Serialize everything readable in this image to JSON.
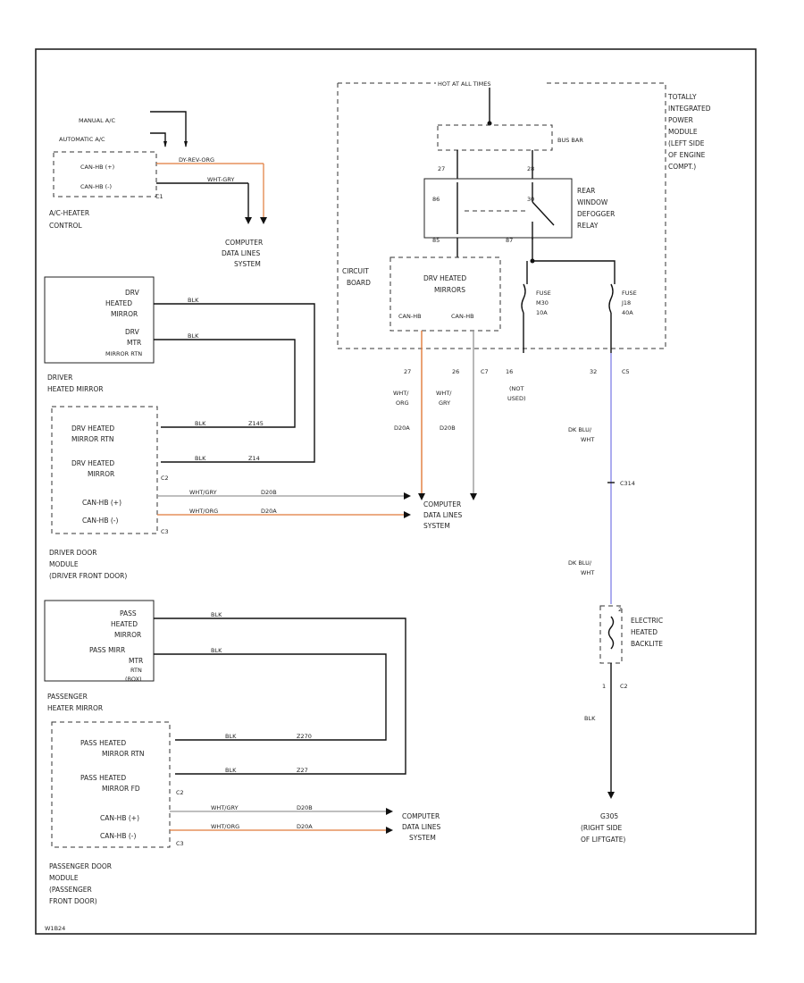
{
  "colors": {
    "org_wire": "#e07a3a",
    "blu_wire": "#8888e8",
    "gry_wire": "#999999",
    "ink": "#111111"
  },
  "top": {
    "manual_ac": "MANUAL A/C",
    "automatic_ac": "AUTOMATIC A/C",
    "canh": "CAN-HB (+)",
    "canl": "CAN-HB (-)",
    "w1": "DY-REV-ORG",
    "w2": "WHT-GRY",
    "c1": "C1",
    "label1": "A/C-HEATER",
    "label2": "CONTROL",
    "cds1": "COMPUTER",
    "cds2": "DATA LINES",
    "cds3": "SYSTEM"
  },
  "tipm": {
    "hot": "HOT AT ALL TIMES",
    "bus_bar": "BUS BAR",
    "pin27": "27",
    "pin28": "28",
    "pin85": "85",
    "pin86": "86",
    "pin87": "87",
    "pin30": "30",
    "relay1": "REAR",
    "relay2": "WINDOW",
    "relay3": "DEFOGGER",
    "relay4": "RELAY",
    "title1": "TOTALLY",
    "title2": "INTEGRATED",
    "title3": "POWER",
    "title4": "MODULE",
    "title5": "(LEFT SIDE",
    "title6": "OF ENGINE",
    "title7": "COMPT.)",
    "circuit1": "CIRCUIT",
    "circuit2": "BOARD",
    "drvhm1": "DRV HEATED",
    "drvhm2": "MIRRORS",
    "can_a": "CAN-HB",
    "can_b": "CAN-HB",
    "fuse1a": "FUSE",
    "fuse1b": "M30",
    "fuse1c": "10A",
    "fuse2a": "FUSE",
    "fuse2b": "J18",
    "fuse2c": "40A",
    "c7": "C7",
    "p27": "27",
    "p26": "26",
    "p16": "16",
    "p32": "32",
    "c5": "C5",
    "not_used1": "(NOT",
    "not_used2": "USED)",
    "w_org1": "WHT/",
    "w_org2": "ORG",
    "w_gry1": "WHT/",
    "w_gry2": "GRY",
    "d2a": "D20A",
    "d2b": "D20B"
  },
  "driver_mirror": {
    "line1": "DRV",
    "line2": "HEATED",
    "line3": "MIRROR",
    "line4": "DRV",
    "line5": "MTR",
    "line6": "MIRROR RTN",
    "blk1": "BLK",
    "blk2": "BLK",
    "label1": "DRIVER",
    "label2": "HEATED MIRROR"
  },
  "driver_door": {
    "r1a": "DRV HEATED",
    "r1b": "MIRROR RTN",
    "r2a": "DRV HEATED",
    "r2b": "MIRROR",
    "blk": "BLK",
    "z145": "Z145",
    "z14": "Z14",
    "c2": "C2",
    "canh": "CAN-HB (+)",
    "canl": "CAN-HB (-)",
    "c3": "C3",
    "w_gry": "WHT/GRY",
    "w_org": "WHT/ORG",
    "d20b": "D20B",
    "d20a": "D20A",
    "cds1": "COMPUTER",
    "cds2": "DATA LINES",
    "cds3": "SYSTEM",
    "label1": "DRIVER DOOR",
    "label2": "MODULE",
    "label3": "(DRIVER FRONT DOOR)"
  },
  "pass_mirror": {
    "line1": "PASS",
    "line2": "HEATED",
    "line3": "MIRROR",
    "line4": "PASS MIRR",
    "line5": "MTR",
    "line6": "RTN",
    "line7": "(BOX)",
    "blk": "BLK",
    "label1": "PASSENGER",
    "label2": "HEATER MIRROR"
  },
  "pass_door": {
    "r1a": "PASS HEATED",
    "r1b": "MIRROR RTN",
    "r2a": "PASS HEATED",
    "r2b": "MIRROR FD",
    "blk": "BLK",
    "z270": "Z270",
    "z27": "Z27",
    "c2": "C2",
    "canh": "CAN-HB (+)",
    "canl": "CAN-HB (-)",
    "c3": "C3",
    "w_gry": "WHT/GRY",
    "w_org": "WHT/ORG",
    "d20b": "D20B",
    "d20a": "D20A",
    "cds1": "COMPUTER",
    "cds2": "DATA LINES",
    "cds3": "SYSTEM",
    "label1": "PASSENGER DOOR",
    "label2": "MODULE",
    "label3": "(PASSENGER",
    "label4": "FRONT DOOR)"
  },
  "backlite": {
    "w1a": "DK BLU/",
    "w1b": "WHT",
    "c314": "C314",
    "w2a": "DK BLU/",
    "w2b": "WHT",
    "p2": "2",
    "p1": "1",
    "c2": "C2",
    "label1": "ELECTRIC",
    "label2": "HEATED",
    "label3": "BACKLITE",
    "blk": "BLK",
    "g1": "G305",
    "g2": "(RIGHT SIDE",
    "g3": "OF LIFTGATE)"
  },
  "footer": {
    "code": "W1B24"
  }
}
